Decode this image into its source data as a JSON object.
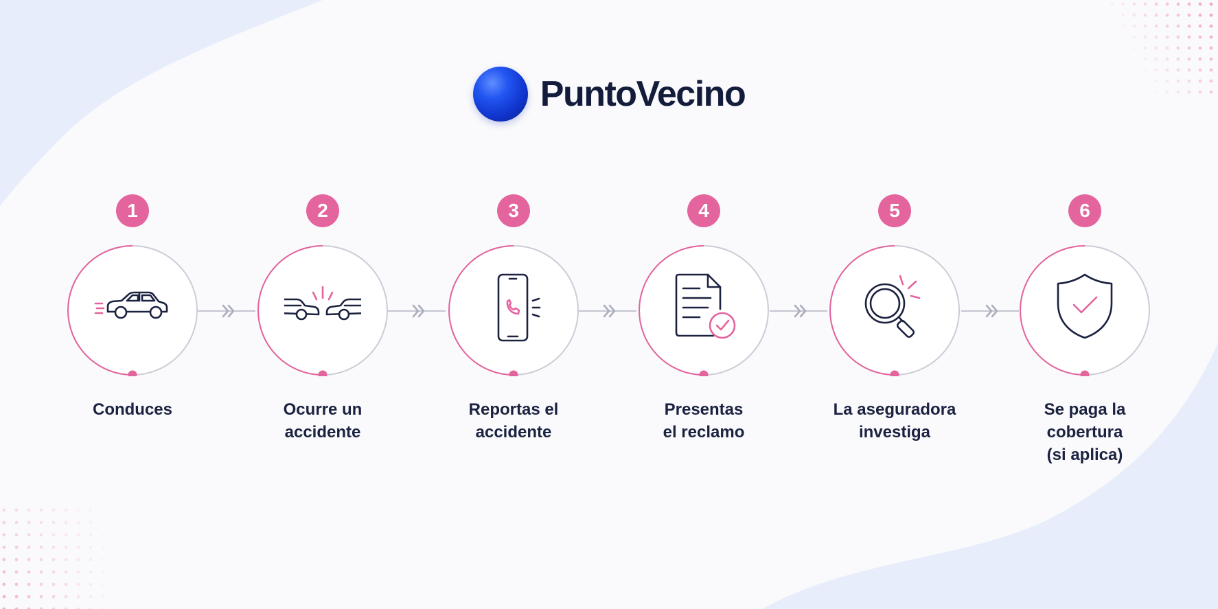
{
  "brand": {
    "name": "PuntoVecino",
    "logo_icon": "blue-sphere-logo"
  },
  "colors": {
    "accent_pink": "#e4649e",
    "ring_gray": "#c9c9d4",
    "icon_navy": "#1b2240",
    "connector_gray": "#b9bbc8",
    "background": "#fafafc",
    "background_blob": "#e8edfb"
  },
  "steps": [
    {
      "number": "1",
      "label": "Conduces",
      "icon": "car-icon"
    },
    {
      "number": "2",
      "label": "Ocurre un\naccidente",
      "icon": "car-crash-icon"
    },
    {
      "number": "3",
      "label": "Reportas el\naccidente",
      "icon": "phone-call-icon"
    },
    {
      "number": "4",
      "label": "Presentas\nel reclamo",
      "icon": "document-check-icon"
    },
    {
      "number": "5",
      "label": "La aseguradora\ninvestiga",
      "icon": "magnifier-icon"
    },
    {
      "number": "6",
      "label": "Se paga la\ncobertura\n(si aplica)",
      "icon": "shield-check-icon"
    }
  ],
  "connector_icon": "double-chevron-right-icon"
}
